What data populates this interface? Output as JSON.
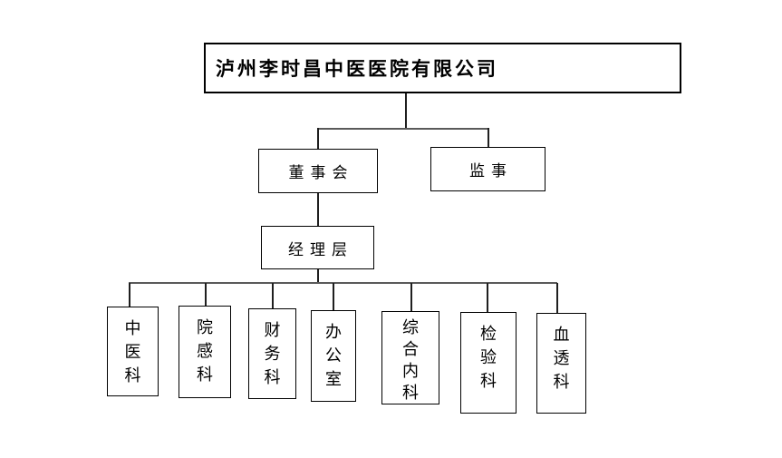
{
  "org": {
    "company": "泸州李时昌中医医院有限公司",
    "governance": [
      {
        "label": "董事会"
      },
      {
        "label": "监事"
      }
    ],
    "management": {
      "label": "经理层"
    },
    "departments": [
      {
        "label": "中医科"
      },
      {
        "label": "院感科"
      },
      {
        "label": "财务科"
      },
      {
        "label": "办公室"
      },
      {
        "label": "综合内科"
      },
      {
        "label": "检验科"
      },
      {
        "label": "血透科"
      }
    ]
  },
  "colors": {
    "background": "#ffffff",
    "box_border": "#000000",
    "vertical_line": "#1f1f1f",
    "horizontal_line": "#5a5a5a",
    "text": "#000000"
  }
}
